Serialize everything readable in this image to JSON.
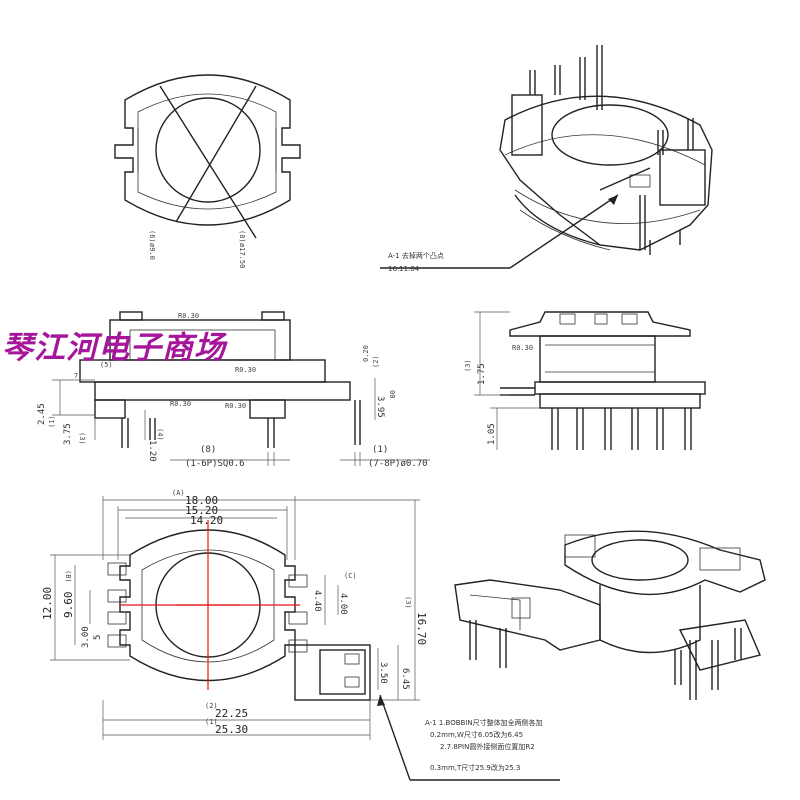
{
  "watermark": "琴江河电子商场",
  "colors": {
    "line": "#222222",
    "center_marks": "#e8141a",
    "watermark": "#a5169a"
  },
  "top_view": {
    "dia_inner": "ø9.0",
    "dia_outer": "ø17.50",
    "tag_a": "(6)",
    "tag_b": "(8)"
  },
  "revision_note_1": {
    "line1": "A-1 去掉两个凸点",
    "line2": "16.11.04"
  },
  "side_view": {
    "r_top": "R0.30",
    "r_mid": "R0.30",
    "r_bot": "R0.30",
    "r_bot2": "R0.30",
    "d_top_left": "7",
    "d_245": "2.45",
    "d_375": "3.75",
    "d_120": "1.20",
    "d_020": "0.20",
    "d_395": "3.95",
    "d_00": "00",
    "tag_1": "(1)",
    "tag_2": "(2)",
    "tag_3": "(3)",
    "tag_4": "(4)",
    "tag_5": "(5)",
    "pin_label_left_tag": "(8)",
    "pin_label_left": "(1-6P)SQ0.6",
    "pin_label_right_tag": "(1)",
    "pin_label_right": "(7-8P)ø0.70"
  },
  "front_view": {
    "d_175": "1.75",
    "d_105": "1.05",
    "r_label": "R0.30",
    "tag": "(3)"
  },
  "bottom_view": {
    "w_1800": "18.00",
    "w_1520": "15.20",
    "w_1420": "14.20",
    "h_1200": "12.00",
    "h_960": "9.60",
    "h_300": "3.00",
    "h_5": "5",
    "h_440": "4.40",
    "h_400": "4.00",
    "h_1670": "16.70",
    "h_350": "3.50",
    "h_645": "6.45",
    "w_2225": "22.25",
    "w_2530": "25.30",
    "tag_a": "(A)",
    "tag_b": "(B)",
    "tag_c": "(C)",
    "tag_1": "(1)",
    "tag_2": "(2)",
    "tag_3": "(3)"
  },
  "revision_note_2": {
    "line1": "A-1 1.BOBBIN尺寸整体加全两侧各加",
    "line2": "0.2mm,W尺寸6.05改为6.45",
    "line3": "2.7.8PIN圆外接侧面位置加R2",
    "line4": "0.3mm,T尺寸25.9改为25.3"
  }
}
